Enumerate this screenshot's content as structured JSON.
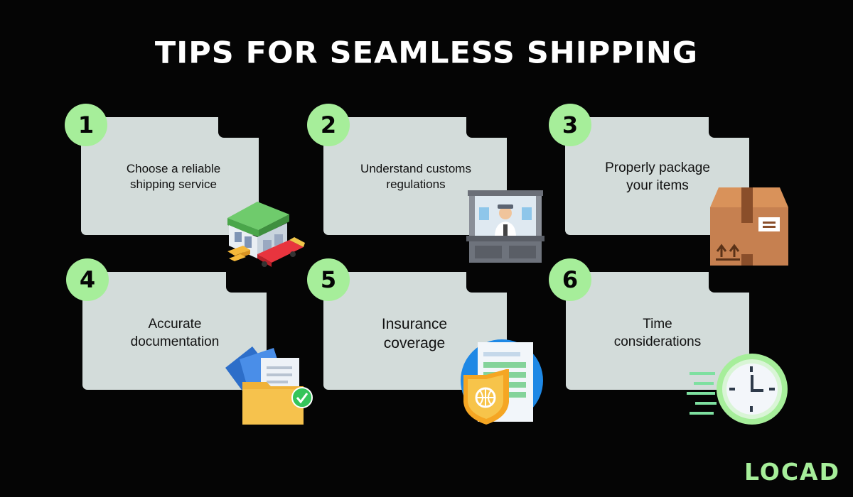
{
  "title": "TIPS FOR SEAMLESS SHIPPING",
  "tips": [
    {
      "number": "1",
      "line1": "Choose a reliable",
      "line2": "shipping service",
      "icon": "warehouse-truck-icon"
    },
    {
      "number": "2",
      "line1": "Understand customs",
      "line2": "regulations",
      "icon": "customs-booth-icon"
    },
    {
      "number": "3",
      "line1": "Properly package",
      "line2": "your items",
      "icon": "package-box-icon"
    },
    {
      "number": "4",
      "line1": "Accurate",
      "line2": "documentation",
      "icon": "documents-folder-icon"
    },
    {
      "number": "5",
      "line1": "Insurance",
      "line2": "coverage",
      "icon": "insurance-shield-icon"
    },
    {
      "number": "6",
      "line1": "Time",
      "line2": "considerations",
      "icon": "clock-icon"
    }
  ],
  "logo": "LOCAD",
  "colors": {
    "background": "#050505",
    "card": "#d3dcda",
    "accent": "#a6ee9a",
    "title": "#ffffff"
  }
}
